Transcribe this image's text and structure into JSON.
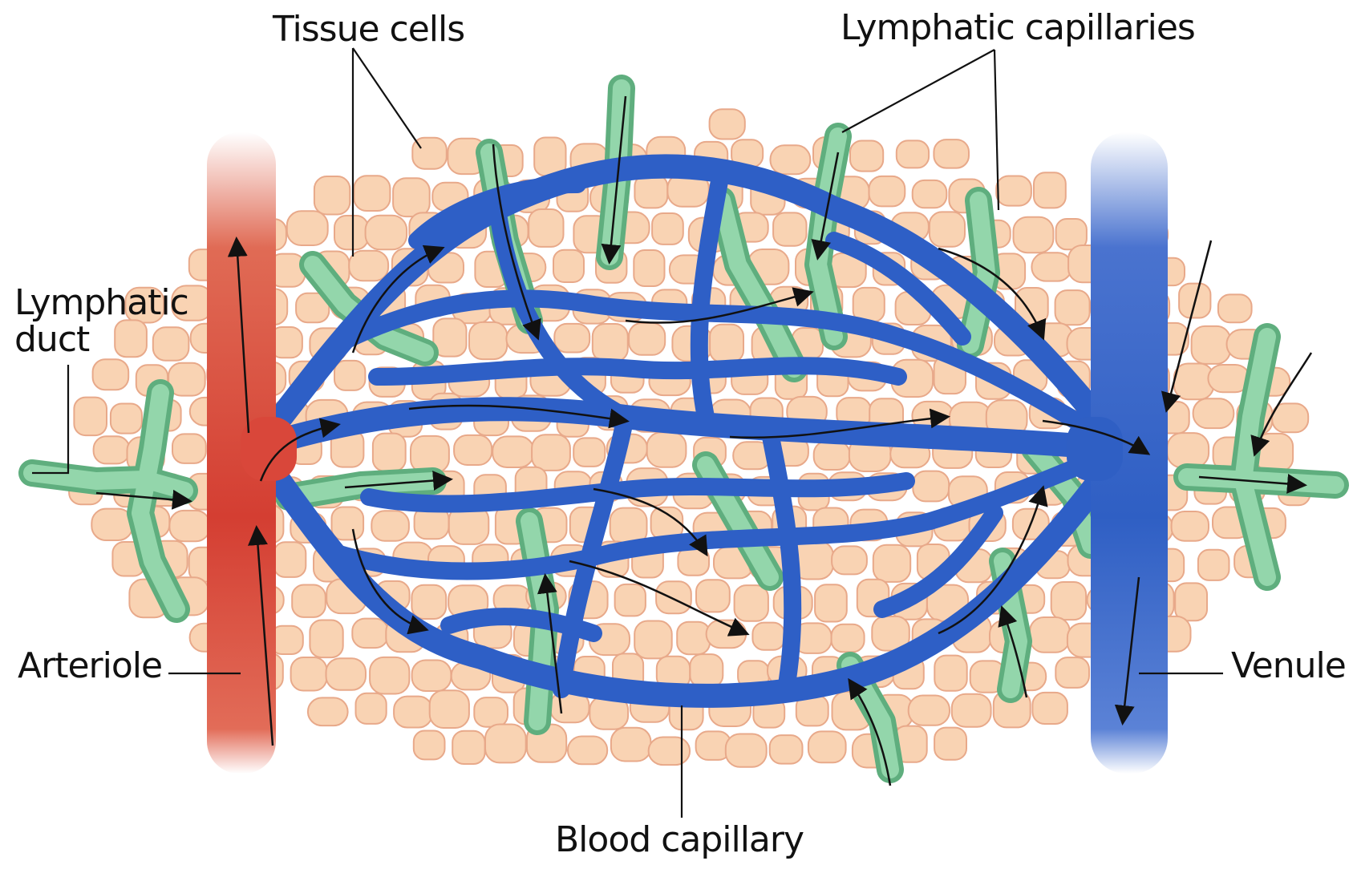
{
  "labels": {
    "tissue_cells": "Tissue cells",
    "lymphatic_capillaries": "Lymphatic capillaries",
    "lymphatic_duct": "Lymphatic duct",
    "arteriole": "Arteriole",
    "venule": "Venule",
    "blood_capillary": "Blood capillary"
  },
  "colors": {
    "arteriole": "#d9473a",
    "venule": "#2f5fc4",
    "capillary_mid": "#8c69a8",
    "lymphatic": "#8fd0a6",
    "tissue_cell": "#f9d3b3",
    "tissue_cell_outline": "#e8a98a"
  }
}
